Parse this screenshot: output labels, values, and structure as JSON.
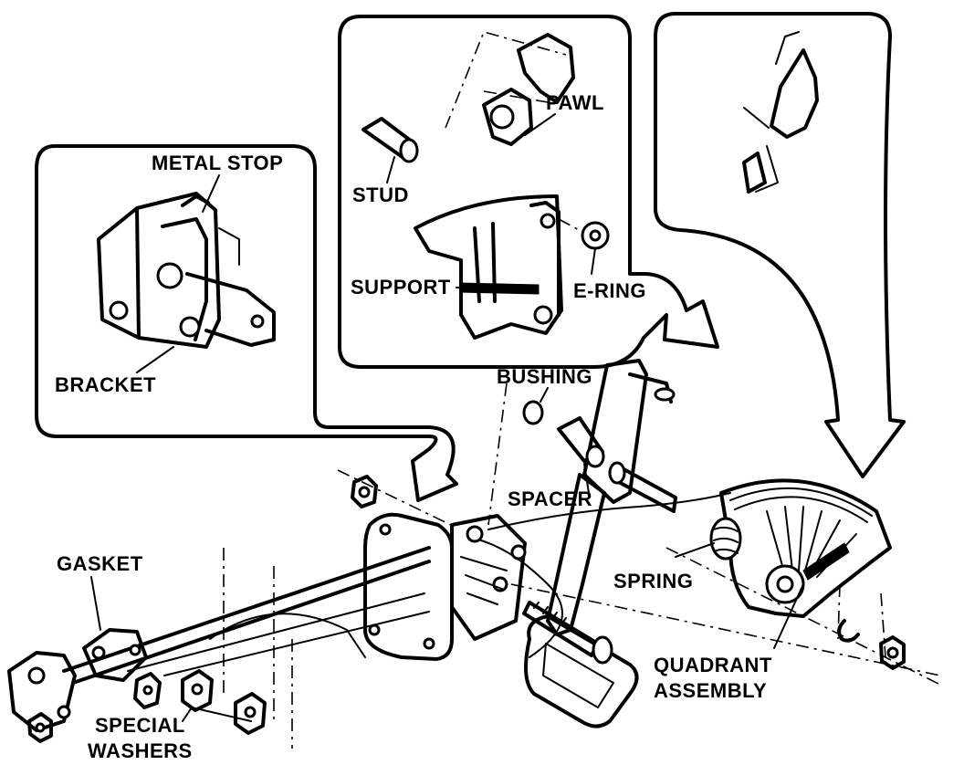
{
  "labels": {
    "metal_stop": "METAL STOP",
    "bracket": "BRACKET",
    "pawl": "PAWL",
    "stud": "STUD",
    "support": "SUPPORT",
    "e_ring": "E-RING",
    "bushing": "BUSHING",
    "spacer": "SPACER",
    "spring": "SPRING",
    "quadrant_assembly_line1": "QUADRANT",
    "quadrant_assembly_line2": "ASSEMBLY",
    "gasket": "GASKET",
    "special_washers_line1": "SPECIAL",
    "special_washers_line2": "WASHERS"
  }
}
